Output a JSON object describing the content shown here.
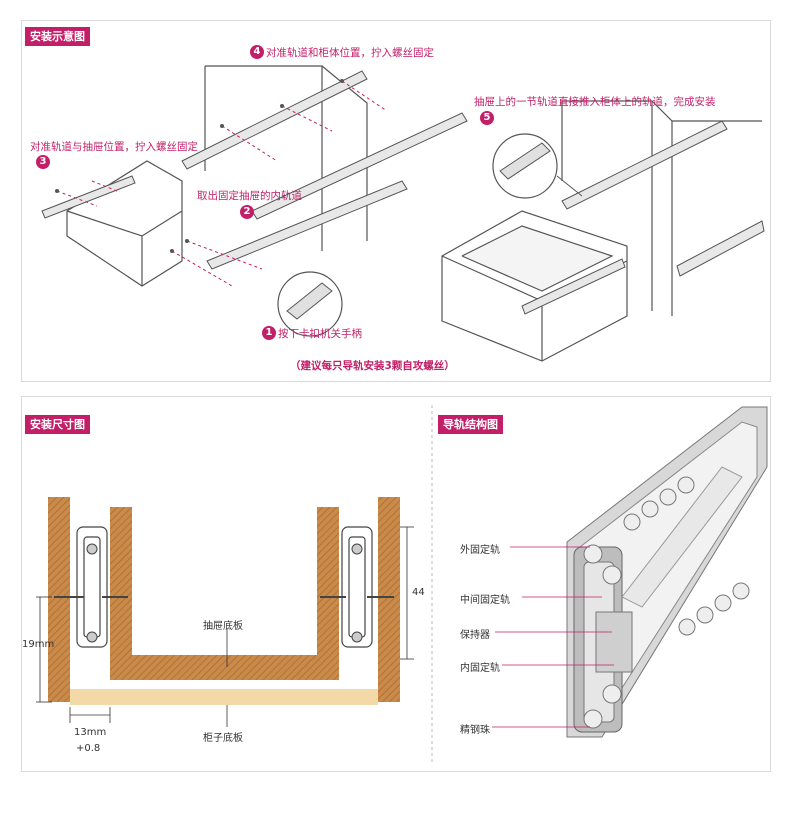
{
  "install_diagram": {
    "title": "安装示意图",
    "step1_num": "1",
    "step1_text": "按下卡扣机关手柄",
    "step2_num": "2",
    "step2_text": "取出固定抽屉的内轨道",
    "step3_num": "3",
    "step3_text": "对准轨道与抽屉位置，拧入螺丝固定",
    "step4_num": "4",
    "step4_text": "对准轨道和柜体位置，拧入螺丝固定",
    "step5_num": "5",
    "step5_text": "抽屉上的一节轨道直接推入柜体上的轨道，完成安装",
    "note": "（建议每只导轨安装3颗自攻螺丝）"
  },
  "size_diagram": {
    "title": "安装尺寸图",
    "drawer_bottom": "抽屉底板",
    "cabinet_bottom": "柜子底板",
    "dim_left_height": "19mm",
    "dim_gap": "13mm",
    "dim_tolerance": "+0.8",
    "dim_right_height": "44"
  },
  "structure_diagram": {
    "title": "导轨结构图",
    "parts": [
      "外固定轨",
      "中间固定轨",
      "保持器",
      "内固定轨",
      "精钢珠"
    ]
  },
  "colors": {
    "accent": "#c21f68",
    "wood": "#c98a4a",
    "board": "#f3d9a8"
  }
}
